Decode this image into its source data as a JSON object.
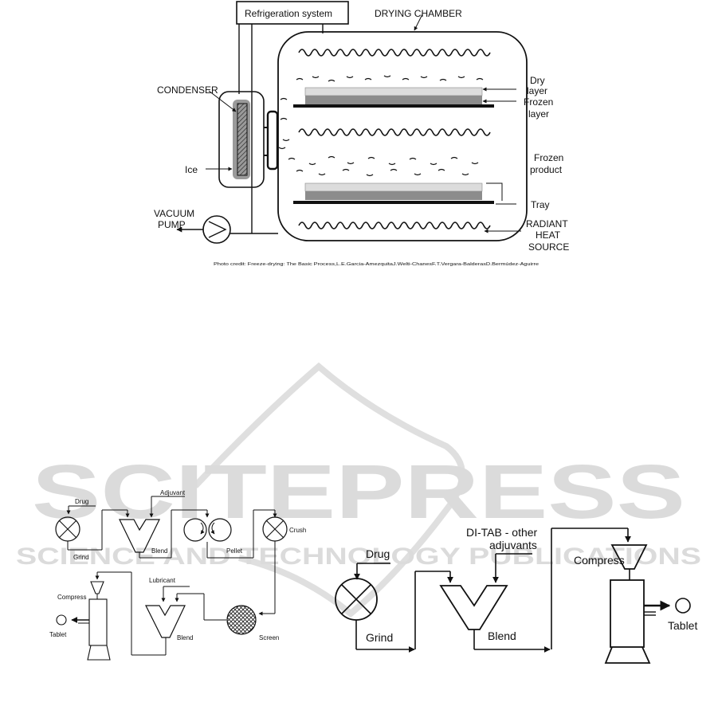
{
  "watermark": {
    "main": "SCITEPRESS",
    "sub": "SCIENCE AND TECHNOLOGY PUBLICATIONS"
  },
  "freeze_dryer": {
    "refrigeration": "Refrigeration system",
    "drying_chamber": "DRYING CHAMBER",
    "condenser": "CONDENSER",
    "ice": "Ice",
    "dry_layer": [
      "Dry",
      "layer"
    ],
    "frozen_layer": [
      "Frozen",
      "layer"
    ],
    "frozen_product": [
      "Frozen",
      "product"
    ],
    "tray": "Tray",
    "vacuum_pump": [
      "VACUUM",
      "PUMP"
    ],
    "radiant_heat": [
      "RADIANT",
      "HEAT",
      "SOURCE"
    ],
    "credit": "Photo credit: Freeze-drying: The Basic Process,L.E.Garcia-AmezquitaJ.Welti-ChanesF.T.Vergara-BalderasD.Bermúdez-Aguirre"
  },
  "wet_granulation": {
    "drug": "Drug",
    "adjuvant": "Adjuvant",
    "grind": "Grind",
    "blend1": "Blend",
    "pellet": "Pellet",
    "crush": "Crush",
    "compress": "Compress",
    "lubricant": "Lubricant",
    "tablet": "Tablet",
    "blend2": "Blend",
    "screen": "Screen"
  },
  "direct_compression": {
    "drug": "Drug",
    "ditab": [
      "DI-TAB - other",
      "adjuvants"
    ],
    "grind": "Grind",
    "blend": "Blend",
    "compress": "Compress",
    "tablet": "Tablet"
  }
}
